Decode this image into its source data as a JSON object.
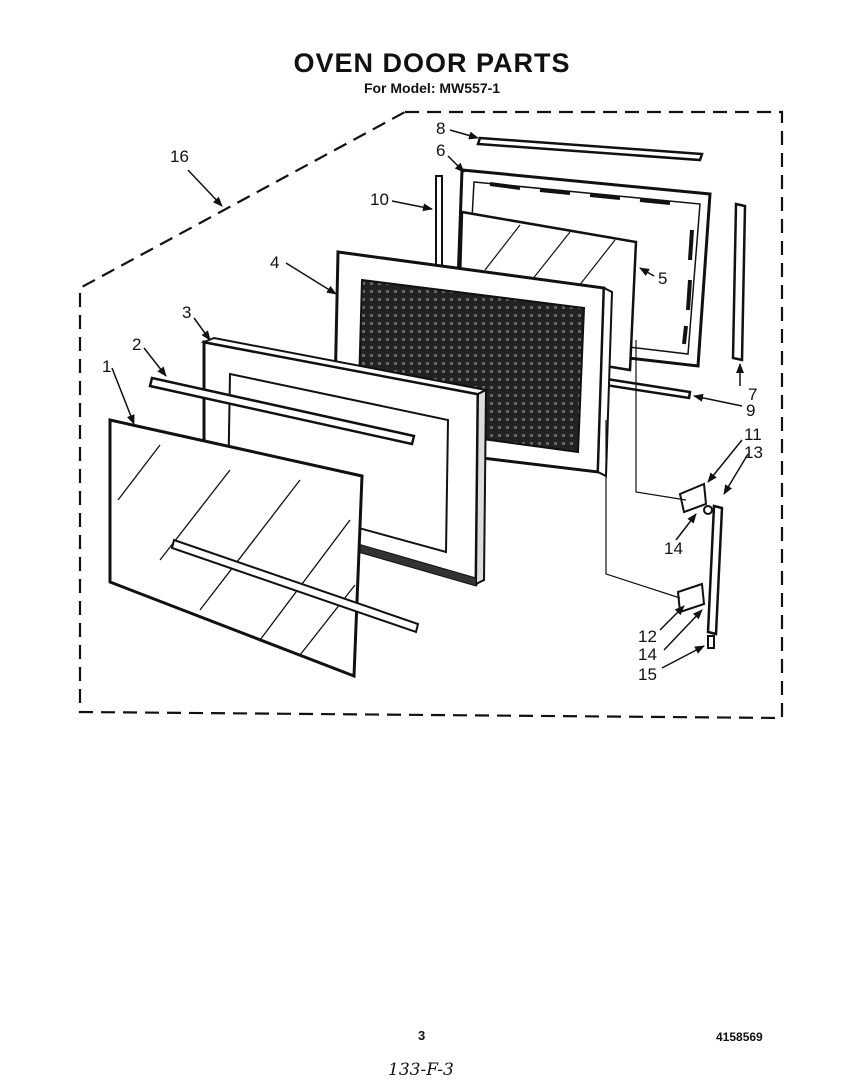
{
  "header": {
    "title": "OVEN DOOR PARTS",
    "subtitle": "For Model: MW557-1"
  },
  "callouts": {
    "c1": "1",
    "c2": "2",
    "c3": "3",
    "c4": "4",
    "c5": "5",
    "c6": "6",
    "c7": "7",
    "c8": "8",
    "c9": "9",
    "c10": "10",
    "c11": "11",
    "c12": "12",
    "c13": "13",
    "c14a": "14",
    "c14b": "14",
    "c15": "15",
    "c16": "16"
  },
  "footer": {
    "page_number": "3",
    "document_number": "4158569",
    "handwritten_note": "133-F-3"
  }
}
